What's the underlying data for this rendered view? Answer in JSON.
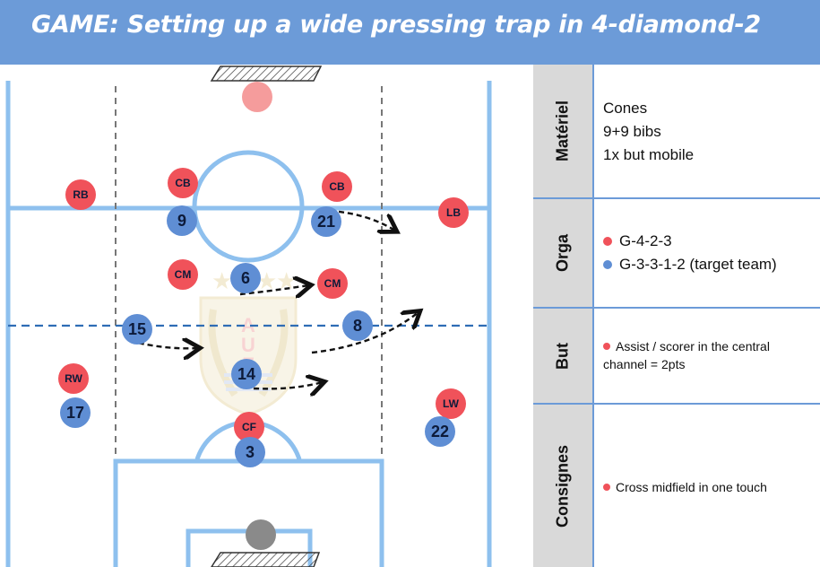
{
  "title": "GAME: Setting up a wide pressing trap in 4-diamond-2",
  "colors": {
    "header": "#6c9bd8",
    "pitch_lines": "#8ec0ee",
    "red_team": "#f0525a",
    "blue_team": "#5f8ed4",
    "label_bg": "#d9d9d9"
  },
  "red_players": [
    "RB",
    "CB",
    "CB",
    "LB",
    "CM",
    "CM",
    "RW",
    "LW",
    "CF"
  ],
  "blue_players": [
    "9",
    "21",
    "6",
    "15",
    "8",
    "14",
    "17",
    "22",
    "3"
  ],
  "table": {
    "materiel": {
      "label": "Matériel",
      "lines": [
        "Cones",
        "9+9 bibs",
        "1x but mobile"
      ]
    },
    "orga": {
      "label": "Orga",
      "items": [
        "G-4-2-3",
        "G-3-3-1-2 (target team)"
      ]
    },
    "but": {
      "label": "But",
      "text": "Assist / scorer in the central channel  = 2pts"
    },
    "consignes": {
      "label": "Consignes",
      "text": "Cross midfield in one touch"
    }
  },
  "icons": [
    "goal-icon",
    "target-ball-icon",
    "ball-icon",
    "uruguay-crest-watermark"
  ]
}
